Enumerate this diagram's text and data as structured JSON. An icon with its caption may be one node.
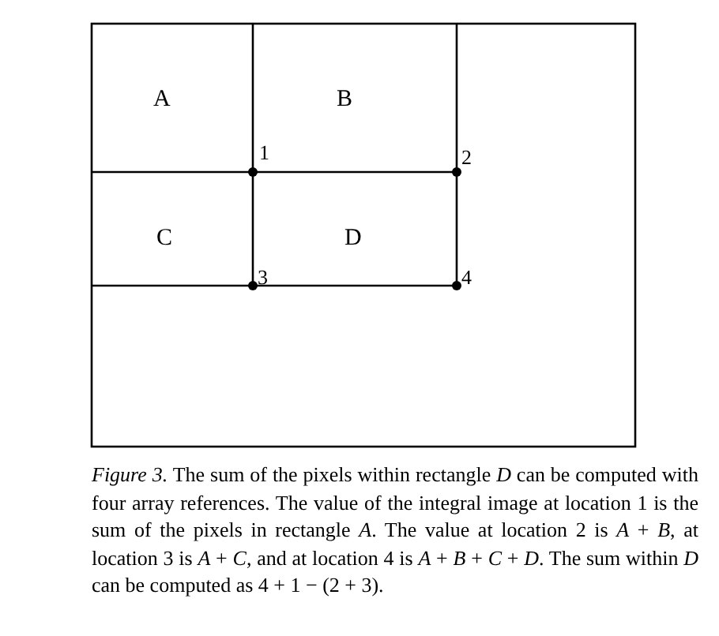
{
  "diagram": {
    "caption": "*Figure 3.* The sum of the pixels within rectangle *D* can be computed with four array references. The value of the integral image at location 1 is the sum of the pixels in rectangle *A*. The value at location 2 is *A* + *B*, at location 3 is *A* + *C*, and at location 4 is *A* + *B* + *C* + *D*. The sum within *D* can be computed as 4 + 1 − (2 + 3).",
    "nodes": [
      {
        "text": [
          "A"
        ]
      },
      {
        "text": [
          "B"
        ]
      },
      {
        "text": [
          "C"
        ]
      },
      {
        "text": [
          "D"
        ]
      }
    ],
    "labels": [
      "1",
      "2",
      "3",
      "4"
    ]
  }
}
